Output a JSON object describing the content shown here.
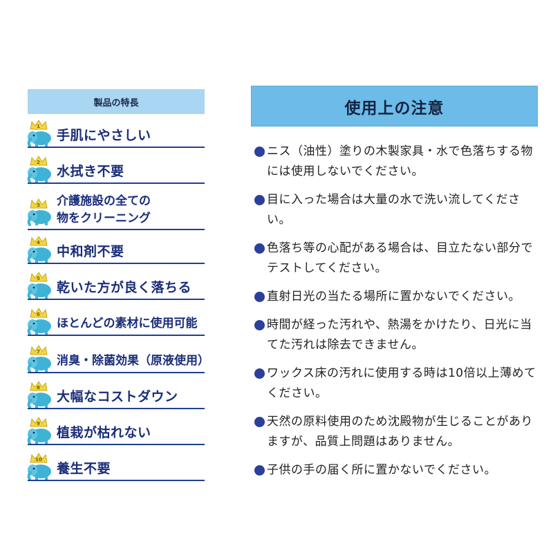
{
  "features_panel": {
    "header": "製品の特長",
    "items": [
      {
        "number": "1",
        "text": "手肌にやさしい"
      },
      {
        "number": "2",
        "text": "水拭き不要"
      },
      {
        "number": "3",
        "text": "介護施設の全ての\n物をクリーニング"
      },
      {
        "number": "4",
        "text": "中和剤不要"
      },
      {
        "number": "5",
        "text": "乾いた方が良く落ちる"
      },
      {
        "number": "6",
        "text": "ほとんどの素材に使用可能"
      },
      {
        "number": "7",
        "text": "消臭・除菌効果（原液使用）"
      },
      {
        "number": "8",
        "text": "大幅なコストダウン"
      },
      {
        "number": "9",
        "text": "植栽が枯れない"
      },
      {
        "number": "10",
        "text": "養生不要"
      }
    ]
  },
  "cautions_panel": {
    "header": "使用上の注意",
    "items": [
      "ニス（油性）塗りの木製家具・水で色落ちする物には使用しないでください。",
      "目に入った場合は大量の水で洗い流してください。",
      "色落ち等の心配がある場合は、目立たない部分でテストしてください。",
      "直射日光の当たる場所に置かないでください。",
      "時間が経った汚れや、熱湯をかけたり、日光に当てた汚れは除去できません。",
      "ワックス床の汚れに使用する時は10倍以上薄めてください。",
      "天然の原料使用のため沈殿物が生じることがありますが、品質上問題はありません。",
      "子供の手の届く所に置かないでください。"
    ]
  },
  "colors": {
    "left_header_bg": "#a9d6f2",
    "right_header_bg": "#6cbbe8",
    "feature_text": "#1a2d7a",
    "rule": "#1f3f94",
    "bullet": "#2c3f9c",
    "crown": "#f2d640",
    "elephant": "#3fb3d6"
  },
  "icons": [
    "crown-elephant-icon",
    "bullet-dot-icon"
  ]
}
